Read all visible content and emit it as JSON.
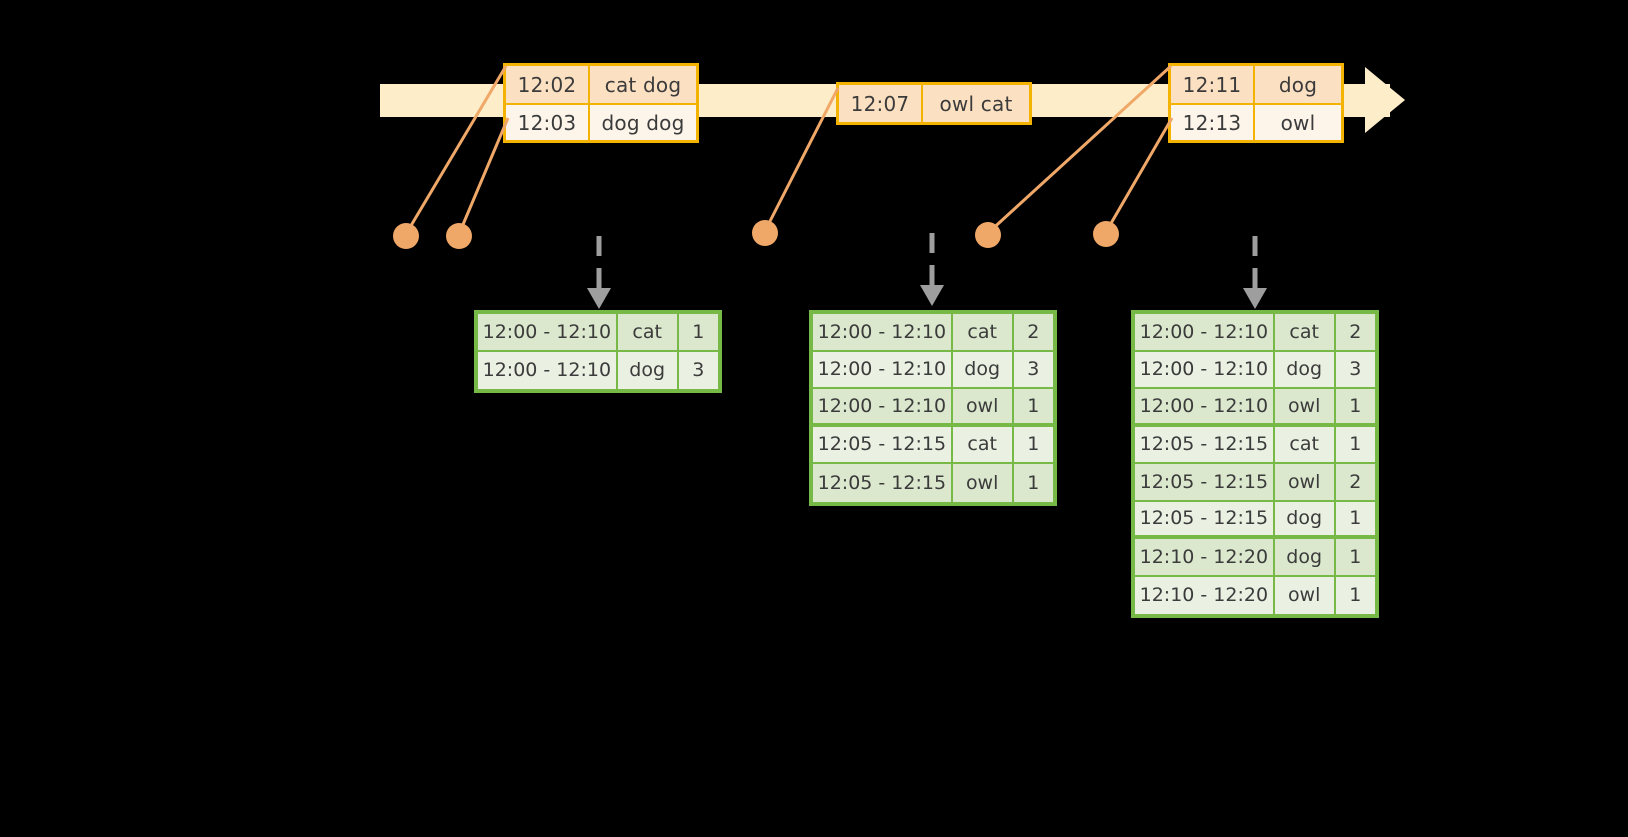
{
  "diagram": {
    "title": "windowed-word-count-timeline",
    "colors": {
      "background": "#000000",
      "timeline_fill": "#fdeec9",
      "event_border": "#f5b301",
      "event_shade": "#fce0c2",
      "event_plain": "#fdf4ea",
      "connector": "#f0a868",
      "table_border": "#76b947",
      "table_row_even": "#dbe8cd",
      "table_row_odd": "#eaf1e3",
      "arrow_gray": "#9e9e9e",
      "text": "#3b3b3b"
    }
  },
  "timeline": {
    "events": [
      {
        "id": "event-group-1",
        "rows": [
          {
            "time": "12:02",
            "words": "cat dog"
          },
          {
            "time": "12:03",
            "words": "dog dog"
          }
        ]
      },
      {
        "id": "event-group-2",
        "rows": [
          {
            "time": "12:07",
            "words": "owl cat"
          }
        ]
      },
      {
        "id": "event-group-3",
        "rows": [
          {
            "time": "12:11",
            "words": "dog"
          },
          {
            "time": "12:13",
            "words": "owl"
          }
        ]
      }
    ]
  },
  "tables": [
    {
      "id": "result-table-1",
      "rows": [
        {
          "window": "12:00 - 12:10",
          "word": "cat",
          "count": "1"
        },
        {
          "window": "12:00 - 12:10",
          "word": "dog",
          "count": "3"
        }
      ]
    },
    {
      "id": "result-table-2",
      "rows": [
        {
          "window": "12:00 - 12:10",
          "word": "cat",
          "count": "2"
        },
        {
          "window": "12:00 - 12:10",
          "word": "dog",
          "count": "3"
        },
        {
          "window": "12:00 - 12:10",
          "word": "owl",
          "count": "1"
        },
        {
          "window": "12:05 - 12:15",
          "word": "cat",
          "count": "1"
        },
        {
          "window": "12:05 - 12:15",
          "word": "owl",
          "count": "1"
        }
      ]
    },
    {
      "id": "result-table-3",
      "rows": [
        {
          "window": "12:00 - 12:10",
          "word": "cat",
          "count": "2"
        },
        {
          "window": "12:00 - 12:10",
          "word": "dog",
          "count": "3"
        },
        {
          "window": "12:00 - 12:10",
          "word": "owl",
          "count": "1"
        },
        {
          "window": "12:05 - 12:15",
          "word": "cat",
          "count": "1"
        },
        {
          "window": "12:05 - 12:15",
          "word": "owl",
          "count": "2"
        },
        {
          "window": "12:05 - 12:15",
          "word": "dog",
          "count": "1"
        },
        {
          "window": "12:10 - 12:20",
          "word": "dog",
          "count": "1"
        },
        {
          "window": "12:10 - 12:20",
          "word": "owl",
          "count": "1"
        }
      ]
    }
  ]
}
